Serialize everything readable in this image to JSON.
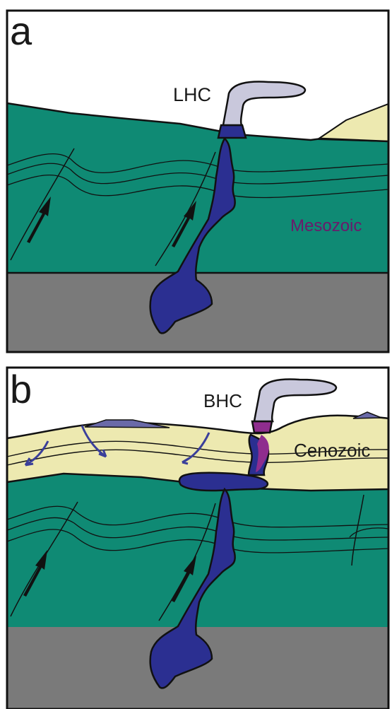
{
  "colors": {
    "mesozoic": "#0f8a74",
    "basement": "#7a7a7a",
    "cenozoic": "#ede9b0",
    "magma": "#2b2f91",
    "magma_purple": "#8f2d8e",
    "smoke": "#c9c8dc",
    "outline": "#111111",
    "fault_arrow": "#3a3f9a",
    "lavender_caps": "#6a6aa8",
    "text": "#1a1a1a"
  },
  "panels": [
    {
      "letter": "a",
      "volcano_label": "LHC",
      "unit_labels": [
        "Mesozoic"
      ]
    },
    {
      "letter": "b",
      "volcano_label": "BHC",
      "unit_labels": [
        "Cenozoic"
      ]
    }
  ],
  "icons": {
    "plume": "volcanic-plume-icon",
    "thrust_arrow": "thrust-arrow-icon",
    "normal_fault_arrow": "normal-fault-arrow-icon"
  }
}
